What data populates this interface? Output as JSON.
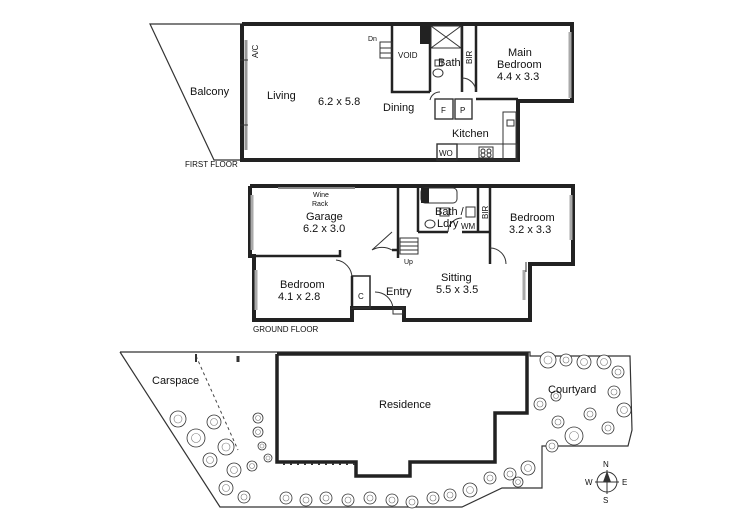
{
  "first_floor": {
    "label": "FIRST FLOOR",
    "rooms": {
      "balcony": "Balcony",
      "living": "Living",
      "living_dims": "6.2 x 5.8",
      "dining": "Dining",
      "ac": "A/C",
      "dn": "Dn",
      "void": "VOID",
      "bath": "Bath",
      "bir": "BIR",
      "main_bedroom": "Main",
      "main_bedroom_2": "Bedroom",
      "main_bedroom_dims": "4.4 x 3.3",
      "f": "F",
      "p": "P",
      "kitchen": "Kitchen",
      "wo": "WO"
    }
  },
  "ground_floor": {
    "label": "GROUND FLOOR",
    "rooms": {
      "wine_rack": "Wine",
      "wine_rack_2": "Rack",
      "garage": "Garage",
      "garage_dims": "6.2 x 3.0",
      "bath_ldry": "Bath /",
      "bath_ldry_2": "Ldry",
      "bir": "BIR",
      "wm": "WM",
      "bedroom2": "Bedroom",
      "bedroom2_dims": "3.2 x 3.3",
      "up": "Up",
      "sitting": "Sitting",
      "sitting_dims": "5.5 x 3.5",
      "bedroom3": "Bedroom",
      "bedroom3_dims": "4.1 x 2.8",
      "c": "C",
      "entry": "Entry"
    }
  },
  "site": {
    "carspace": "Carspace",
    "residence": "Residence",
    "courtyard": "Courtyard",
    "compass": {
      "n": "N",
      "s": "S",
      "e": "E",
      "w": "W"
    }
  }
}
